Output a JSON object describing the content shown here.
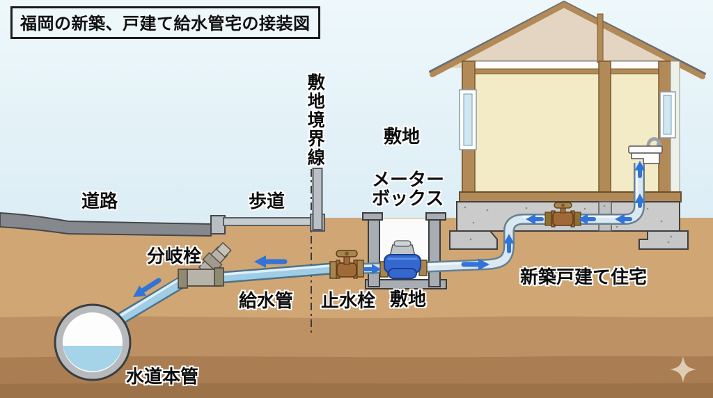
{
  "title": "福岡の新築、戸建て給水管宅の接装図",
  "labels": {
    "road": "道路",
    "sidewalk": "歩道",
    "boundary_line": "敷地境界線",
    "site_upper": "敷地",
    "meter_box_line1": "メーター",
    "meter_box_line2": "ボックス",
    "branch_valve": "分岐栓",
    "supply_pipe": "給水管",
    "stop_valve": "止水栓",
    "site_lower": "敷地",
    "new_house": "新築戸建て住宅",
    "water_main": "水道本管"
  },
  "icons": {
    "sparkle": "four-point-sparkle"
  },
  "flow_arrows": [
    {
      "at": "branch-to-main-slope",
      "direction": "down-left"
    },
    {
      "at": "supply-pipe",
      "direction": "left"
    },
    {
      "at": "after-stop-valve",
      "direction": "right"
    },
    {
      "at": "meter-to-riser",
      "direction": "right"
    },
    {
      "at": "foundation-riser-curve",
      "direction": "up"
    },
    {
      "at": "underfloor-pipe-1",
      "direction": "left"
    },
    {
      "at": "underfloor-pipe-2",
      "direction": "left"
    },
    {
      "at": "underfloor-pipe-3",
      "direction": "left"
    },
    {
      "at": "sink-riser-lower",
      "direction": "up"
    },
    {
      "at": "sink-riser-upper",
      "direction": "up"
    }
  ],
  "palette": {
    "sky-top": "#eef8fb",
    "sky-mid": "#dcedf5",
    "sky-bottom": "#cfe7f1",
    "ground-1": "#cfa674",
    "ground-2": "#bd9164",
    "ground-3": "#aa7d52",
    "ground-4": "#9c7349",
    "road": "#85898d",
    "sidewalk": "#c6cbce",
    "curb": "#b9bec3",
    "concrete": "#cbcbcb",
    "house-wall": "#f3eac6",
    "attic": "#e4d5c2",
    "wood": "#b28a58",
    "window": "#cfe7f3",
    "pipe-blue": "#9fcde6",
    "pipe-pale": "#dae8f2",
    "water": "#a5d3e8",
    "arrow": "#3273d8",
    "brass": "#a8854e",
    "bronze": "#a06a38",
    "meter-blue": "#3567cf",
    "metal": "#bfc5c9",
    "fitting": "#b7b3a8",
    "sparkle": "#e3d4bc"
  }
}
